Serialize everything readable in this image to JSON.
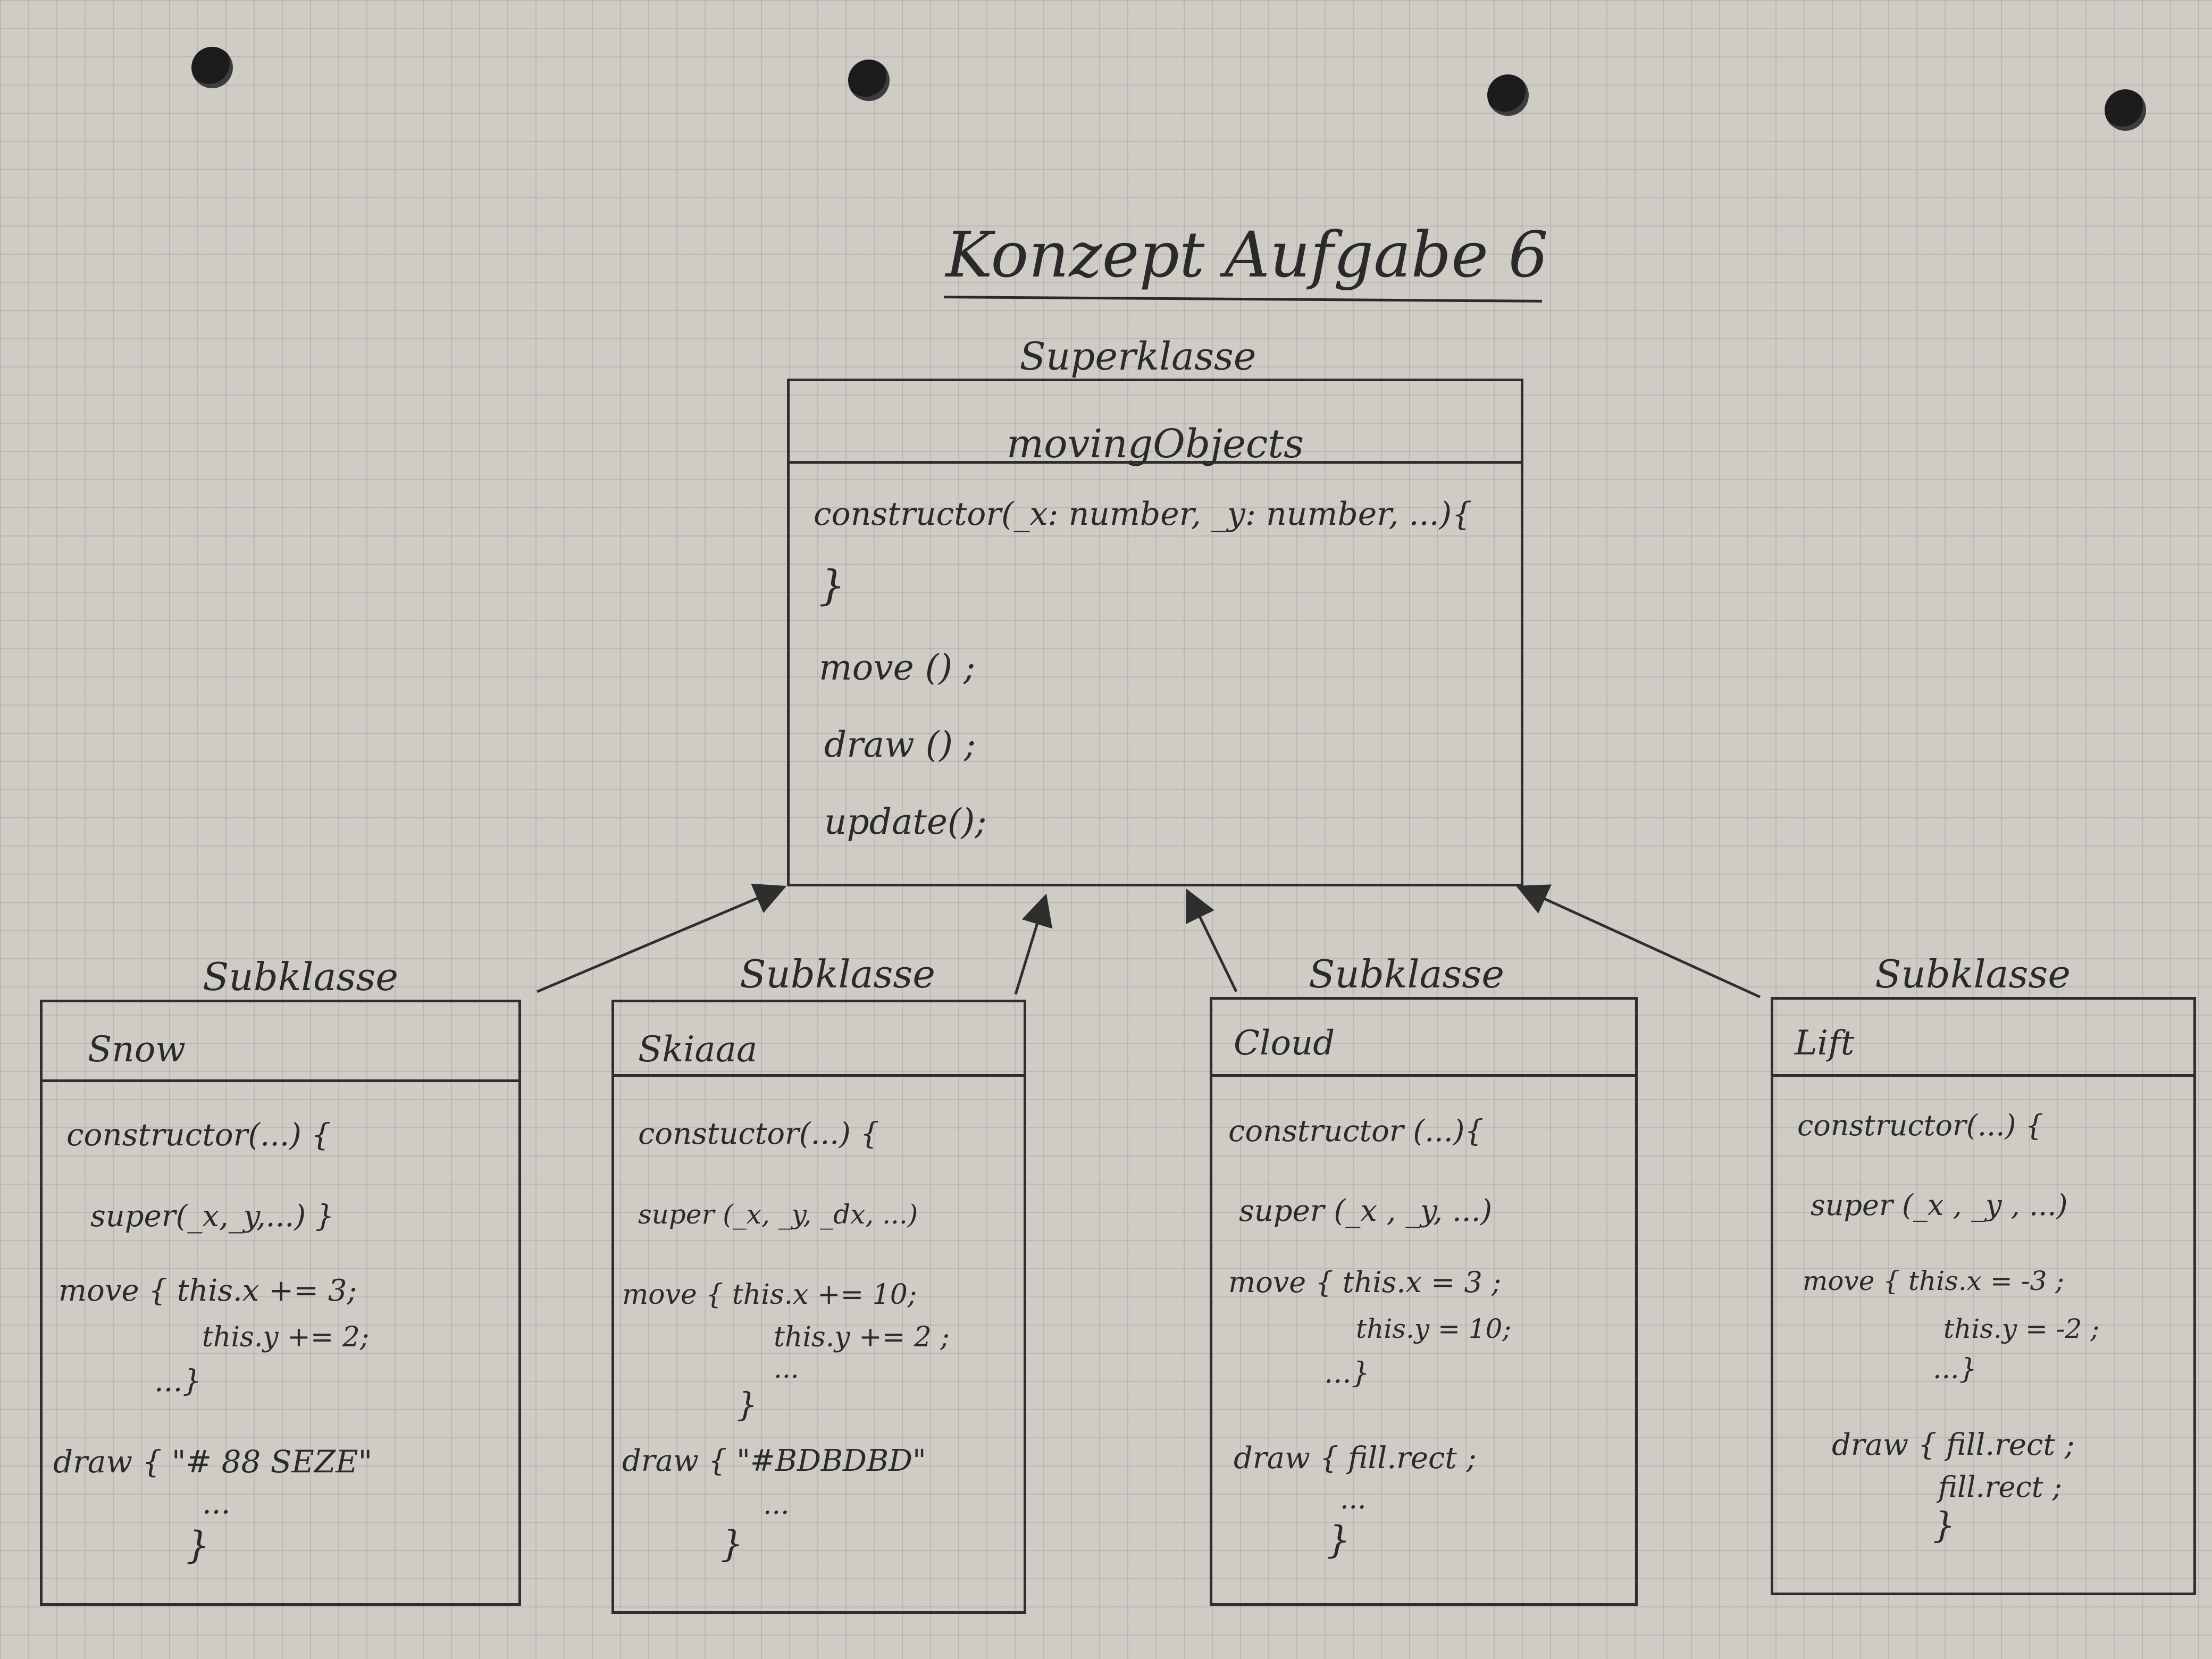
{
  "title": "Konzept Aufgabe 6",
  "superclass": {
    "label": "Superklasse",
    "name": "movingObjects",
    "constructor": "constructor(_x: number, _y: number, ...){",
    "constructor_close": "}",
    "methods": [
      "move () ;",
      "draw () ;",
      "update();"
    ]
  },
  "subclasses": [
    {
      "label": "Subklasse",
      "name": "Snow",
      "lines": [
        "constructor(...) {",
        "super(_x,_y,...) }",
        "move { this.x += 3;",
        "this.y += 2;",
        "...}",
        "draw { \"# 88 SEZE\"",
        "...",
        "}"
      ]
    },
    {
      "label": "Subklasse",
      "name": "Skiaaa",
      "lines": [
        "constuctor(...) {",
        "super (_x, _y, _dx, ...)",
        "move { this.x += 10;",
        "this.y += 2 ;",
        "...",
        "}",
        "draw { \"#BDBDBD\"",
        "...",
        "}"
      ]
    },
    {
      "label": "Subklasse",
      "name": "Cloud",
      "lines": [
        "constructor (...){",
        "super (_x , _y, ...)",
        "move { this.x = 3 ;",
        "this.y = 10;",
        "...}",
        "draw { fill.rect ;",
        "...",
        "}"
      ]
    },
    {
      "label": "Subklasse",
      "name": "Lift",
      "lines": [
        "constructor(...) {",
        "super (_x , _y , ...)",
        "move { this.x = -3 ;",
        "this.y = -2 ;",
        "...}",
        "draw { fill.rect ;",
        "fill.rect ;",
        "}"
      ]
    }
  ]
}
